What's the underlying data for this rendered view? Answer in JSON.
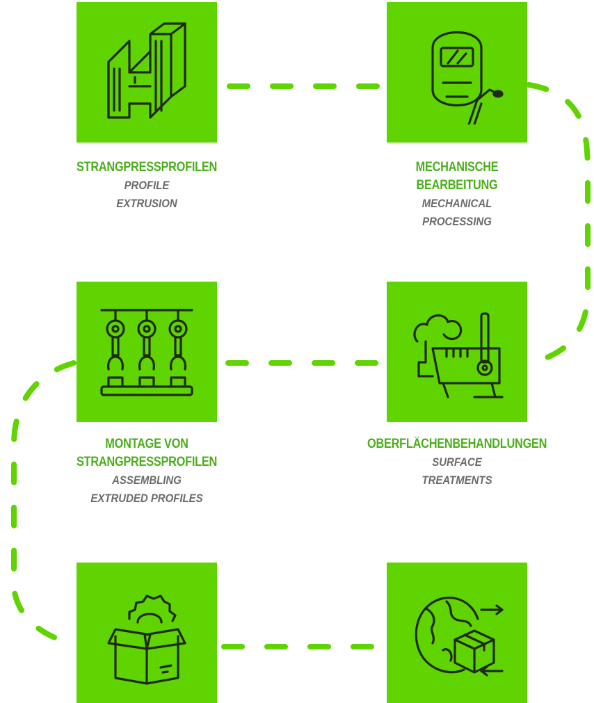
{
  "colors": {
    "tile": "#5fd400",
    "title": "#4cae1c",
    "subtitle": "#6b6b6b",
    "connector": "#5fd400"
  },
  "steps": [
    {
      "title": "STRANGPRESSPROFILEN",
      "subtitle": "PROFILE\nEXTRUSION",
      "icon": "h-profile-icon"
    },
    {
      "title": "MECHANISCHE\nBEARBEITUNG",
      "subtitle": "MECHANICAL\nPROCESSING",
      "icon": "welding-mask-icon"
    },
    {
      "title": "MONTAGE VON\nSTRANGPRESSPROFILEN",
      "subtitle": "ASSEMBLING\nEXTRUDED PROFILES",
      "icon": "assembly-line-icon"
    },
    {
      "title": "OBERFLÄCHENBEHANDLUNGEN",
      "subtitle": "SURFACE\nTREATMENTS",
      "icon": "surface-treatment-machine-icon"
    },
    {
      "icon": "box-with-gear-icon"
    },
    {
      "icon": "globe-shipping-icon"
    }
  ]
}
